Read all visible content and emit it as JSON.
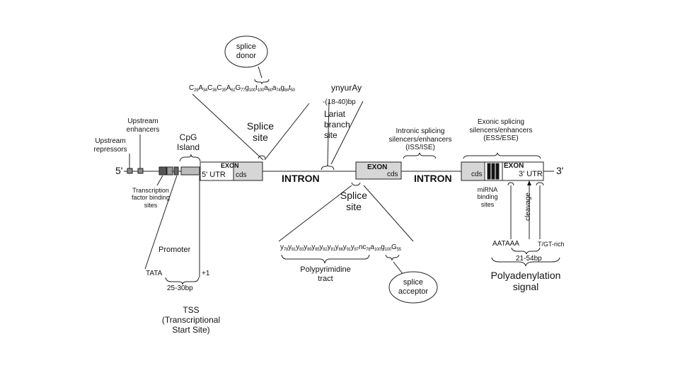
{
  "gene": {
    "five_prime": "5'",
    "three_prime": "3'",
    "intron1": "INTRON",
    "intron2": "INTRON"
  },
  "exons": {
    "exon1_label": "EXON",
    "exon1_utr": "5' UTR",
    "exon1_cds": "cds",
    "exon2_label": "EXON",
    "exon2_cds": "cds",
    "exon3_label": "EXON",
    "exon3_cds": "cds",
    "exon3_utr": "3' UTR"
  },
  "regulatory": {
    "upstream_repressors": [
      "Upstream",
      "repressors"
    ],
    "upstream_enhancers": [
      "Upstream",
      "enhancers"
    ],
    "cpg_island": [
      "CpG",
      "Island"
    ],
    "tf_binding_sites": [
      "Transcription",
      "factor binding",
      "sites"
    ],
    "promoter": "Promoter",
    "tata": "TATA",
    "plus_one": "+1",
    "tata_distance": "25-30bp",
    "tss": [
      "TSS",
      "(Transcriptional",
      "Start Site)"
    ]
  },
  "splice_donor": {
    "bubble": [
      "splice",
      "donor"
    ],
    "site_label": [
      "Splice",
      "site"
    ],
    "sequence": [
      {
        "b": "C",
        "n": "29"
      },
      {
        "b": "A",
        "n": "34"
      },
      {
        "b": "C",
        "n": "36"
      },
      {
        "b": "C",
        "n": "35"
      },
      {
        "b": "A",
        "n": "62"
      },
      {
        "b": "G",
        "n": "77"
      },
      {
        "b": "g",
        "n": "100"
      },
      {
        "b": "t",
        "n": "100"
      },
      {
        "b": "a",
        "n": "60"
      },
      {
        "b": "a",
        "n": "74"
      },
      {
        "b": "g",
        "n": "84"
      },
      {
        "b": "t",
        "n": "50"
      }
    ]
  },
  "branch": {
    "motif": "ynyurAy",
    "distance": "-(18-40)bp",
    "label": [
      "Lariat",
      "branch",
      "site"
    ]
  },
  "intronic_silencers": [
    "Intronic splicing",
    "silencers/enhancers",
    "(ISS/ISE)"
  ],
  "exonic_silencers": [
    "Exonic splicing",
    "silencers/enhancers",
    "(ESS/ESE)"
  ],
  "splice_acceptor": {
    "site_label": [
      "Splice",
      "site"
    ],
    "bubble": [
      "splice",
      "acceptor"
    ],
    "sequence": [
      {
        "b": "y",
        "n": "78"
      },
      {
        "b": "y",
        "n": "81"
      },
      {
        "b": "y",
        "n": "83"
      },
      {
        "b": "y",
        "n": "89"
      },
      {
        "b": "y",
        "n": "85"
      },
      {
        "b": "y",
        "n": "82"
      },
      {
        "b": "y",
        "n": "81"
      },
      {
        "b": "y",
        "n": "86"
      },
      {
        "b": "y",
        "n": "91"
      },
      {
        "b": "y",
        "n": "87"
      },
      {
        "b": "n",
        "n": ""
      },
      {
        "b": "c",
        "n": "78"
      },
      {
        "b": "a",
        "n": "100"
      },
      {
        "b": "g",
        "n": "100"
      },
      {
        "b": "G",
        "n": "55"
      }
    ],
    "tract_label": [
      "Polypyrimidine",
      "tract"
    ]
  },
  "polyA": {
    "mirna": [
      "miRNA",
      "binding",
      "sites"
    ],
    "cleavage": "cleavage",
    "aataaa": "AATAAA",
    "gt_rich": "T/GT-rich",
    "distance": "21-54bp",
    "signal": [
      "Polyadenylation",
      "signal"
    ]
  }
}
